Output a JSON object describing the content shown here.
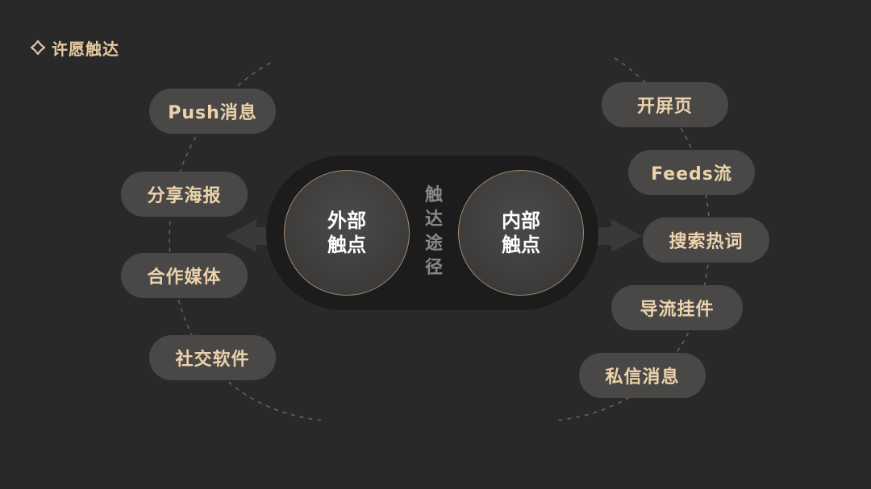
{
  "header": {
    "title": "许愿触达"
  },
  "center": {
    "external": {
      "line1": "外部",
      "line2": "触点"
    },
    "internal": {
      "line1": "内部",
      "line2": "触点"
    },
    "middle_label": [
      "触",
      "达",
      "途",
      "径"
    ]
  },
  "external_touchpoints": [
    "Push消息",
    "分享海报",
    "合作媒体",
    "社交软件"
  ],
  "internal_touchpoints": [
    "开屏页",
    "Feeds流",
    "搜索热词",
    "导流挂件",
    "私信消息"
  ],
  "colors": {
    "background": "#2a2929",
    "accent": "#e5c9a2",
    "pill_bg": "#4a4847",
    "capsule_bg": "#1d1c1c"
  }
}
